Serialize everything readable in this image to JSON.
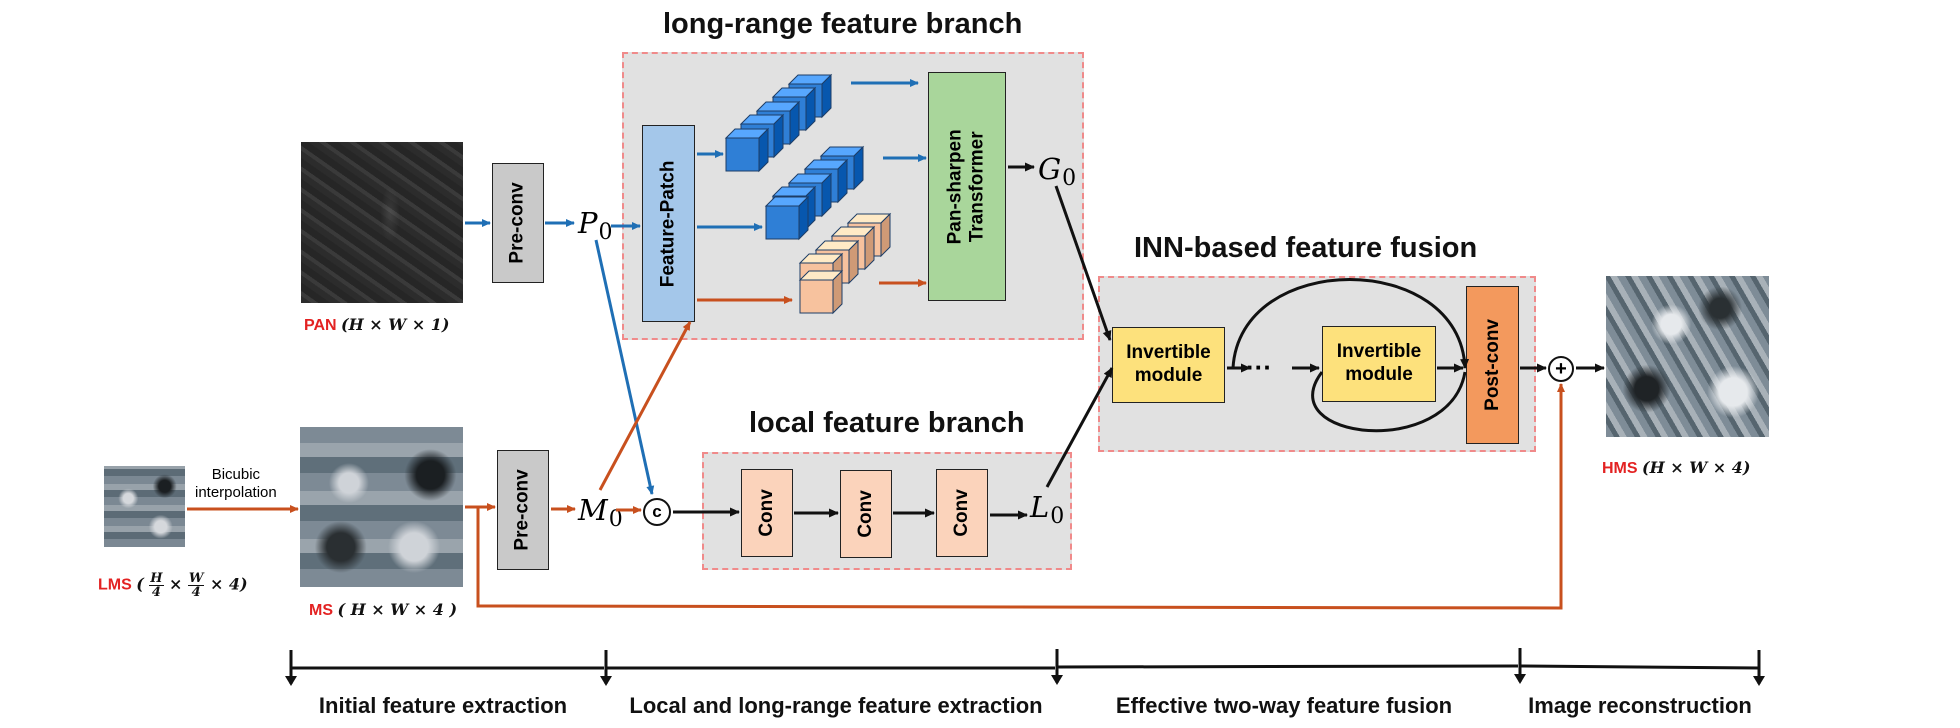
{
  "branches": {
    "long_range_title": "long-range feature branch",
    "local_title": "local feature branch",
    "inn_title": "INN-based feature fusion"
  },
  "inputs": {
    "pan": {
      "name": "PAN",
      "formula": "(H × W × 1)"
    },
    "ms": {
      "name": "MS",
      "formula": "( H × W × 4 )"
    },
    "lms": {
      "name": "LMS",
      "open": "(",
      "frac1_num": "H",
      "frac1_den": "4",
      "times1": "×",
      "frac2_num": "W",
      "frac2_den": "4",
      "rest": "× 4)"
    },
    "bicubic": {
      "line1": "Bicubic",
      "line2": "interpolation"
    }
  },
  "output": {
    "name": "HMS",
    "formula": "(H × W × 4)"
  },
  "blocks": {
    "preconv_pan": "Pre-conv",
    "preconv_ms": "Pre-conv",
    "feature_patch": "Feature-Patch",
    "transformer_line1": "Pan-sharpen",
    "transformer_line2": "Transformer",
    "conv1": "Conv",
    "conv2": "Conv",
    "conv3": "Conv",
    "inv1_line1": "Invertible",
    "inv1_line2": "module",
    "inv2_line1": "Invertible",
    "inv2_line2": "module",
    "postconv": "Post-conv",
    "dots": "···"
  },
  "variables": {
    "P": "P",
    "P_sub": "0",
    "M": "M",
    "M_sub": "0",
    "G": "G",
    "G_sub": "0",
    "L": "L",
    "L_sub": "0"
  },
  "operators": {
    "concat": "c",
    "add": "+"
  },
  "stages": [
    "Initial feature extraction",
    "Local and long-range feature extraction",
    "Effective two-way feature fusion",
    "Image reconstruction"
  ],
  "colors": {
    "blue_arrow": "#1f6fb5",
    "orange_arrow": "#c8501e",
    "black_arrow": "#111111",
    "blue_cube": "#2f7fd6",
    "orange_cube": "#f7c29e",
    "dashed_border": "#f08a8a"
  }
}
